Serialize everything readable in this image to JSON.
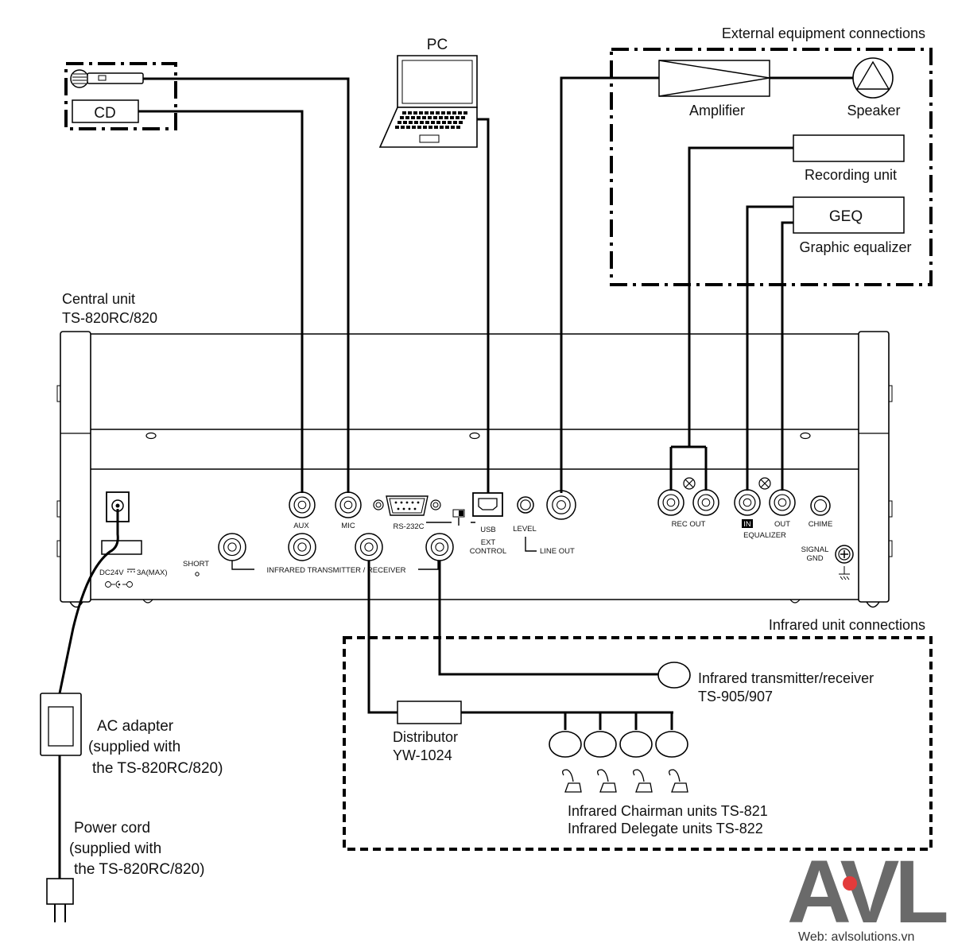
{
  "brand": {
    "logo_text": "AVL",
    "web": "Web: avlsolutions.vn",
    "accent": "#e33b3b",
    "logo_gray": "#6a6a6a"
  },
  "external": {
    "title": "External equipment connections",
    "amplifier": "Amplifier",
    "speaker": "Speaker",
    "recording": "Recording unit",
    "geq": "GEQ",
    "graphic_eq": "Graphic equalizer"
  },
  "pc": {
    "label": "PC"
  },
  "cd": {
    "label": "CD"
  },
  "central": {
    "line1": "Central unit",
    "line2": "TS-820RC/820"
  },
  "panel": {
    "aux": "AUX",
    "mic": "MIC",
    "rs232c": "RS-232C",
    "usb": "USB",
    "level": "LEVEL",
    "ext": "EXT",
    "control": "CONTROL",
    "line_out": "LINE OUT",
    "rec_out": "REC OUT",
    "in": "IN",
    "out": "OUT",
    "equalizer": "EQUALIZER",
    "chime": "CHIME",
    "signal": "SIGNAL",
    "gnd": "GND",
    "short": "SHORT",
    "infrared_tr": "INFRARED TRANSMITTER / RECEIVER",
    "dc_a": "DC24V",
    "dc_b": "3A(MAX)"
  },
  "ac": {
    "line1": "AC adapter",
    "line2": "(supplied with",
    "line3": "the TS-820RC/820)"
  },
  "power": {
    "line1": "Power cord",
    "line2": "(supplied with",
    "line3": "the TS-820RC/820)"
  },
  "infrared": {
    "title": "Infrared unit connections",
    "tr_line1": "Infrared transmitter/receiver",
    "tr_line2": "TS-905/907",
    "dist_line1": "Distributor",
    "dist_line2": "YW-1024",
    "units_line1": "Infrared Chairman units TS-821",
    "units_line2": "Infrared Delegate units TS-822"
  }
}
